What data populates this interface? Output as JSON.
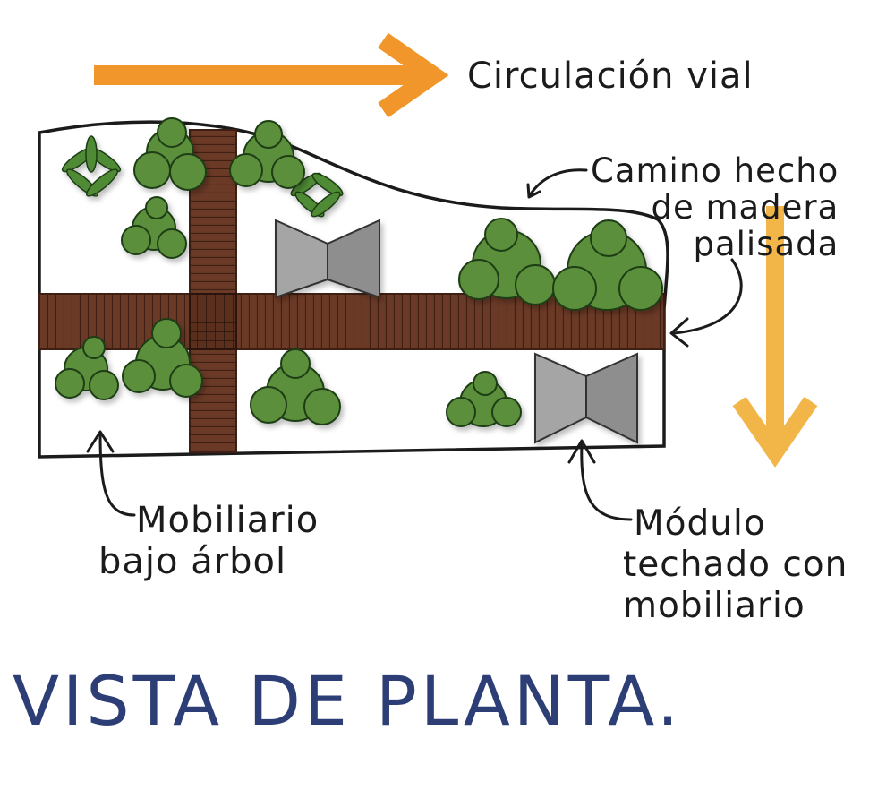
{
  "labels": {
    "traffic": "Circulación vial",
    "path_line1": "Camino hecho",
    "path_line2": "de madera",
    "path_line3": "palisada",
    "furniture_line1": "Mobiliario",
    "furniture_line2": "bajo árbol",
    "module_line1": "Módulo",
    "module_line2": "techado con",
    "module_line3": "mobiliario"
  },
  "title": "VISTA DE PLANTA.",
  "colors": {
    "orange_arrow": "#f0962a",
    "yellow_arrow": "#f2b648",
    "wood": "#6b3a26",
    "wood_dark": "#4a2618",
    "tree_green": "#5c8f3a",
    "tree_dark": "#2f5a1e",
    "module_gray": "#9a9a9a",
    "title_blue": "#2c3e75",
    "outline": "#1b1b1b"
  }
}
